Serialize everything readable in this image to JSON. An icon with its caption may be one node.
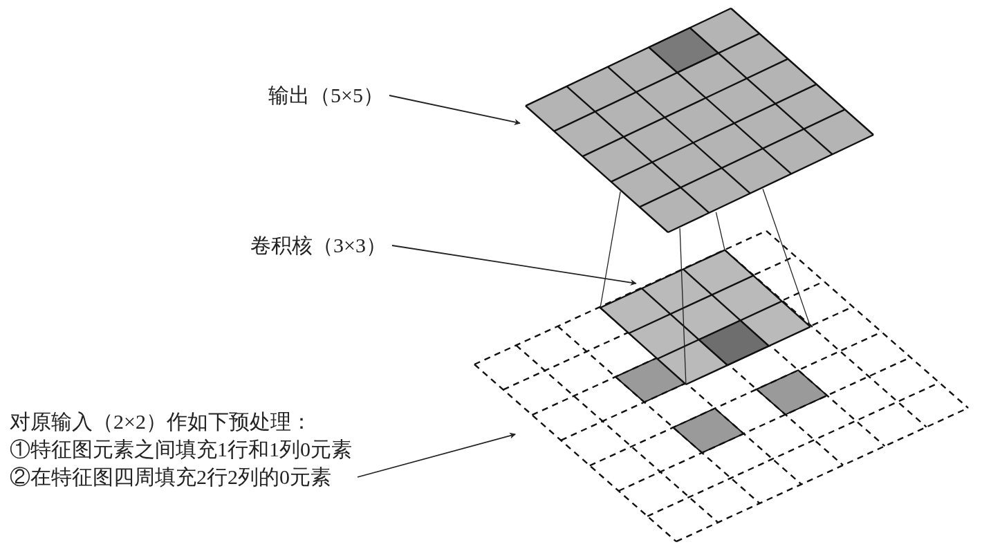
{
  "diagram": {
    "nodes": [
      {
        "text": [
          "输出（5×5）"
        ]
      },
      {
        "text": [],
        "shape": "grid"
      },
      {
        "text": [
          "卷积核（3×3）"
        ]
      },
      {
        "text": [],
        "shape": "grid"
      },
      {
        "text": [],
        "shape": "grid",
        "in": 3
      },
      {
        "text": [
          "对原输入（2×2）作如下预处理：",
          "①特征图元素之间填充1行和1列0元素",
          "②在特征图四周填充2行2列的0元素"
        ]
      }
    ],
    "edges": [
      {
        "from": 0,
        "to": 1,
        "arrow": "to"
      },
      {
        "from": 2,
        "to": 4,
        "arrow": "to"
      },
      {
        "from": 5,
        "to": 3,
        "arrow": "to"
      },
      {
        "from": 4,
        "to": 1,
        "arrow": "none"
      },
      {
        "from": 4,
        "to": 1,
        "arrow": "none"
      },
      {
        "from": 4,
        "to": 1,
        "arrow": "none"
      },
      {
        "from": 4,
        "to": 1,
        "arrow": "none"
      }
    ]
  }
}
